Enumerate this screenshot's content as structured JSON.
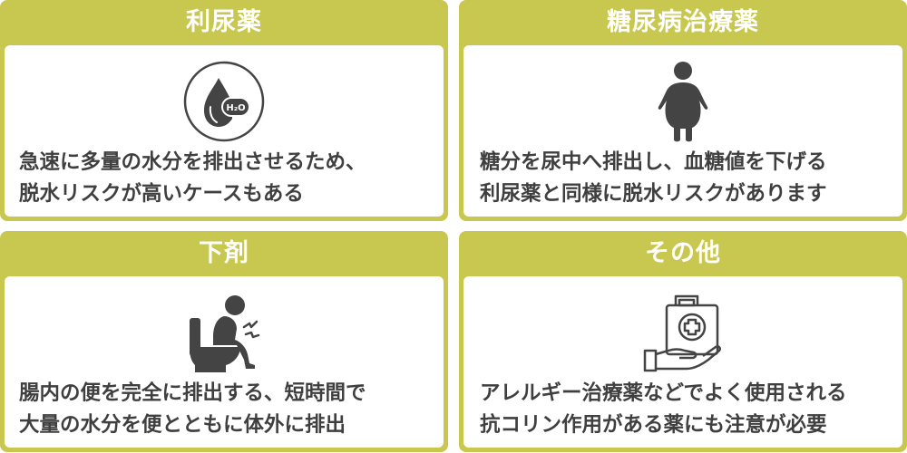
{
  "theme": {
    "accent": "#c8c74f",
    "icon_color": "#444444",
    "text_color": "#3f3f3f"
  },
  "cards": [
    {
      "title": "利尿薬",
      "icon": "water-drop-h2o-icon",
      "lines": [
        "急速に多量の水分を排出させるため、",
        "脱水リスクが高いケースもある"
      ]
    },
    {
      "title": "糖尿病治療薬",
      "icon": "obese-person-icon",
      "lines": [
        "糖分を尿中へ排出し、血糖値を下げる",
        "利尿薬と同様に脱水リスクがあります"
      ]
    },
    {
      "title": "下剤",
      "icon": "person-on-toilet-icon",
      "lines": [
        "腸内の便を完全に排出する、短時間で",
        "大量の水分を便とともに体外に排出"
      ]
    },
    {
      "title": "その他",
      "icon": "medical-kit-hand-icon",
      "lines": [
        "アレルギー治療薬などでよく使用される",
        "抗コリン作用がある薬にも注意が必要"
      ]
    }
  ],
  "h2o_label": "H2O"
}
